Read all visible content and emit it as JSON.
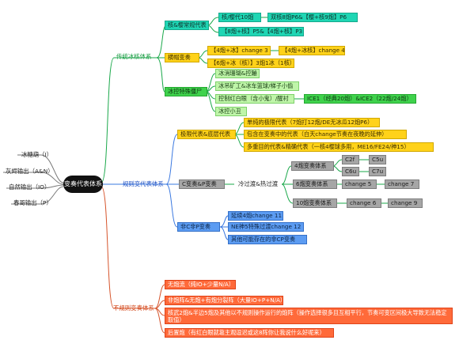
{
  "colors": {
    "line_green": "#1aa84a",
    "line_blue": "#3a78e0",
    "line_red": "#d6542b",
    "line_gray": "#777777",
    "teal": "#1fd6b4",
    "yellow": "#ffd21a",
    "green": "#3fd24c",
    "light_green": "#bff5a9",
    "gray": "#a6a6a6",
    "blue": "#5c9cf2",
    "orange": "#ff6a3a",
    "root": "#111111"
  },
  "root": "变奏代表体系",
  "left": [
    "冰糖葫（I）",
    "灰烬输出（A&N）",
    "自然输出（IO）",
    "春哥输出（P）"
  ],
  "traditional": {
    "label": "传统冰核体系",
    "core_rep": {
      "label": "核&樱常规代表",
      "a": "核/樱代10炮",
      "a_child": "双核8炮P6&【樱+核9炮】P6",
      "b": "【8炮+核】P5&【4炮+核】P3"
    },
    "change": {
      "label": "横帽变奏",
      "a": "【4炮+冰】change 3",
      "a_child": "【4炮+冰核】change 4",
      "b": "【6炮+冰（核）】3炮1冰（1核）"
    },
    "ice": {
      "label": "冰控特殊僵尸",
      "a": "冰消珊瑚&控蹦",
      "b": "冰吊矿工&冰车篮球/梯子小偷",
      "c": "控制红白眼（含小鬼）/醒衬",
      "c_child": "ICE1（经典20炮）&ICE2（22炮/24炮）",
      "d": "冰控小丑"
    }
  },
  "regular": {
    "label": "规则变代表体系",
    "limit": {
      "label": "极限代表&底层代表",
      "a": "单纯的极限代表（7炮打12炮/DE无冰瓜12炮P6）",
      "b": "包含在变奏中的代表（白天change节奏在夜晚的延伸）",
      "c": "多重目的代表&精确代表（一核4樱球多用，ME16/FE24/神15）"
    },
    "c_variant": {
      "label": "C变奏&P变奏",
      "cold": "冷过渡&热过渡",
      "four": "4炮变奏体系",
      "c2f": "C2f",
      "c5u": "C5u",
      "c6u": "C6u",
      "c7u": "C7u",
      "six": "6炮变奏体系",
      "ch5": "change 5",
      "ch7": "change 7",
      "ten": "10炮变奏体系",
      "ch6": "change 6",
      "ch9": "change 9"
    },
    "non_cp": {
      "label": "非C非P变奏",
      "a": "延续4炮change 11",
      "b": "NE神5特殊过渡change 12",
      "c": "其他可能存在的非CP变奏"
    }
  },
  "irregular": {
    "label": "不规则变奏体系",
    "a": "无炮流（纯IO+少量N/A）",
    "b": "非炮阵&无炮+有炮分裂阵（大量IO+P+N/A）",
    "c": "核武2炮&半边5炮及其他以不规则操作运行的炮阵（操作选择很多且互相平行，节奏可变区间极大导致无法稳定取值）",
    "d": "后置炮（有红白眼就靠主观逗迟或这8阵你让我说什么好呢来）"
  }
}
